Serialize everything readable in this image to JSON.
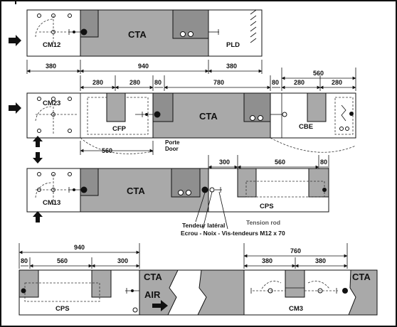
{
  "modules": {
    "row1": {
      "left": "CM12",
      "center": "CTA",
      "right": "PLD"
    },
    "row2": {
      "left": "CM23",
      "sub1": "CFP",
      "center": "CTA",
      "sub2": "CBE",
      "porte": "Porte",
      "door": "Door"
    },
    "row3": {
      "left": "CM13",
      "center": "CTA",
      "sub": "CPS"
    },
    "row4": {
      "sub": "CPS",
      "cta_left": "CTA",
      "air": "AIR",
      "sub2": "CM3",
      "cta_right": "CTA"
    }
  },
  "dimensions": {
    "row1": [
      "380",
      "940",
      "380"
    ],
    "row2_top": [
      "280",
      "280",
      "80",
      "780",
      "80",
      "560",
      "280",
      "280"
    ],
    "row2_bottom": [
      "560"
    ],
    "row3": [
      "300",
      "560",
      "80"
    ],
    "row4_left": [
      "940",
      "80",
      "560",
      "300"
    ],
    "row4_right": [
      "760",
      "380",
      "380"
    ]
  },
  "annotations": {
    "tendeur": "Tendeur latéral",
    "tension_rod": "Tension rod",
    "ecrou": "Ecrou - Noix - Vis-tendeurs M12 x 70"
  }
}
